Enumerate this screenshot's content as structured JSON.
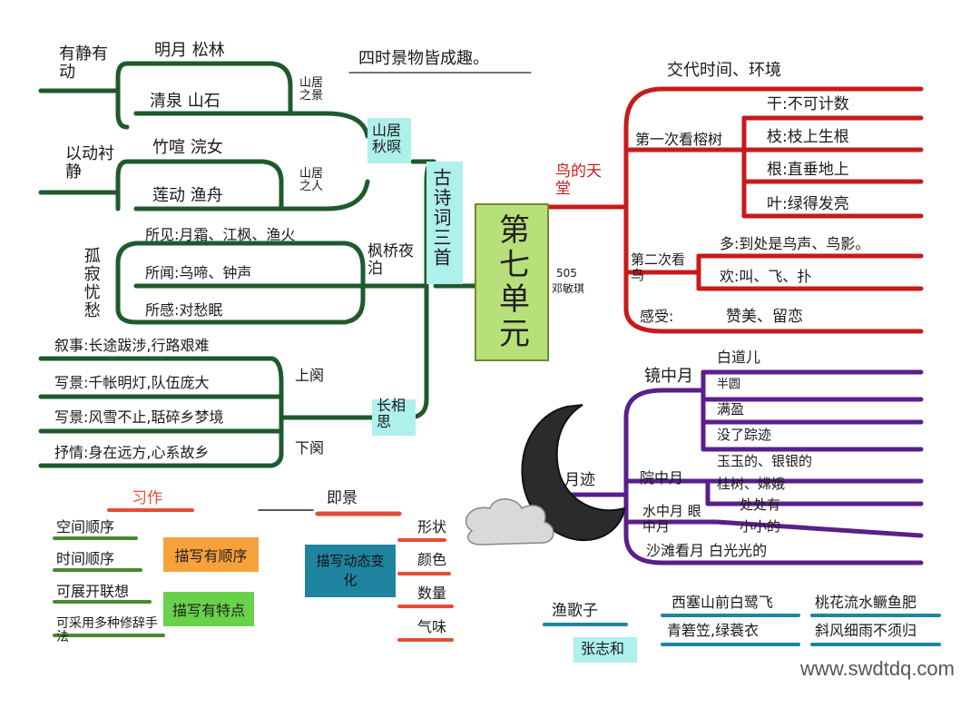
{
  "center": "第七单元",
  "top_title": "四时景物皆成趣。",
  "tags": {
    "code": "505",
    "name": "邓敏琪"
  },
  "left": {
    "hub_label": "古诗词三首",
    "poem1": {
      "title": "山居秋暝",
      "group1": {
        "label": "有静有动",
        "items": [
          "明月 松林",
          "清泉 山石"
        ],
        "sub": "山居之景"
      },
      "group2": {
        "label": "以动衬静",
        "items": [
          "竹喧 浣女",
          "莲动 渔舟"
        ],
        "sub": "山居之人"
      }
    },
    "poem2": {
      "title": "枫桥夜泊",
      "label": "孤寂忧愁",
      "items": [
        "所见:月霜、江枫、渔火",
        "所闻:乌啼、钟声",
        "所感:对愁眠"
      ]
    },
    "poem3": {
      "title": "长相思",
      "items": [
        "叙事:长途跋涉,行路艰难",
        "写景:千帐明灯,队伍庞大",
        "写景:风雪不止,聒碎乡梦境",
        "抒情:身在远方,心系故乡"
      ],
      "parts": [
        "上阕",
        "下阕"
      ]
    }
  },
  "right_top": {
    "hub_label": "鸟的天堂",
    "branch1": "交代时间、环境",
    "branch2": {
      "label": "第一次看榕树",
      "items": [
        "干:不可计数",
        "枝:枝上生根",
        "根:直垂地上",
        "叶:绿得发亮"
      ]
    },
    "branch3": {
      "label": "第二次看鸟",
      "items": [
        "多:到处是鸟声、鸟影。",
        "欢:叫、飞、扑"
      ]
    },
    "branch4": {
      "label": "感受:",
      "value": "赞美、留恋"
    }
  },
  "right_bottom": {
    "hub_label": "月迹",
    "branch1": {
      "label": "镜中月",
      "items": [
        "白道儿",
        "半圆",
        "满盈",
        "没了踪迹"
      ]
    },
    "branch2": {
      "label": "院中月",
      "items": [
        "玉玉的、银银的",
        "桂树、嫦娥"
      ]
    },
    "branch3": {
      "label": "水中月 眼中月",
      "items": [
        "处处有",
        "小小的"
      ]
    },
    "branch4": "沙滩看月 白光光的"
  },
  "bottom_mid": {
    "title": "习作",
    "title2": "即景",
    "left_items": [
      "空间顺序",
      "时间顺序",
      "可展开联想",
      "可采用多种修辞手法"
    ],
    "box1": "描写有顺序",
    "box2": "描写有特点",
    "box3": "描写动态变化",
    "features": [
      "形状",
      "颜色",
      "数量",
      "气味"
    ]
  },
  "bottom_right": {
    "title": "渔歌子",
    "author": "张志和",
    "lines": [
      "西塞山前白鹭飞",
      "桃花流水鳜鱼肥",
      "青箬笠,绿蓑衣",
      "斜风细雨不须归"
    ]
  },
  "watermark": "www.swdtdq.com",
  "colors": {
    "green": "#1f5a2c",
    "red": "#c81a1a",
    "purple": "#5a1f8a",
    "cyan": "#aef0ec",
    "lime": "#b8e07a",
    "orange": "#f7a13b",
    "bright_green": "#68d24a",
    "teal": "#1f84a0",
    "moon": "#2b2b2b"
  }
}
